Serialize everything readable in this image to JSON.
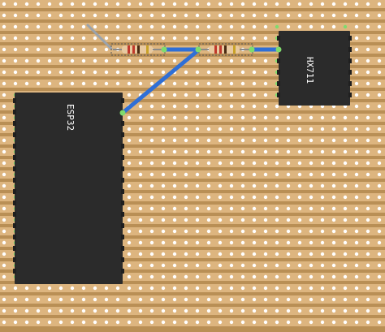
{
  "colors": {
    "board": "#b98f55",
    "strip": "#ddb57f",
    "hole": "#ffffff",
    "connected_hole": "#7fdb6e",
    "chip_body": "#2b2b2b",
    "chip_pin": "#1f1f1f",
    "wire_blue": "#2f6fd6",
    "wire_gray": "#9aa3ad",
    "resistor_body": "#e8c9a0"
  },
  "components": {
    "esp32": {
      "label": "ESP32",
      "part": "dual-in-line-module"
    },
    "hx711": {
      "label": "HX711",
      "part": "dual-in-line-module"
    },
    "resistors": [
      {
        "id": "R1"
      },
      {
        "id": "R2"
      }
    ],
    "wires": [
      {
        "id": "W1",
        "color": "blue"
      },
      {
        "id": "W2",
        "color": "blue"
      },
      {
        "id": "W3",
        "color": "gray"
      }
    ]
  }
}
